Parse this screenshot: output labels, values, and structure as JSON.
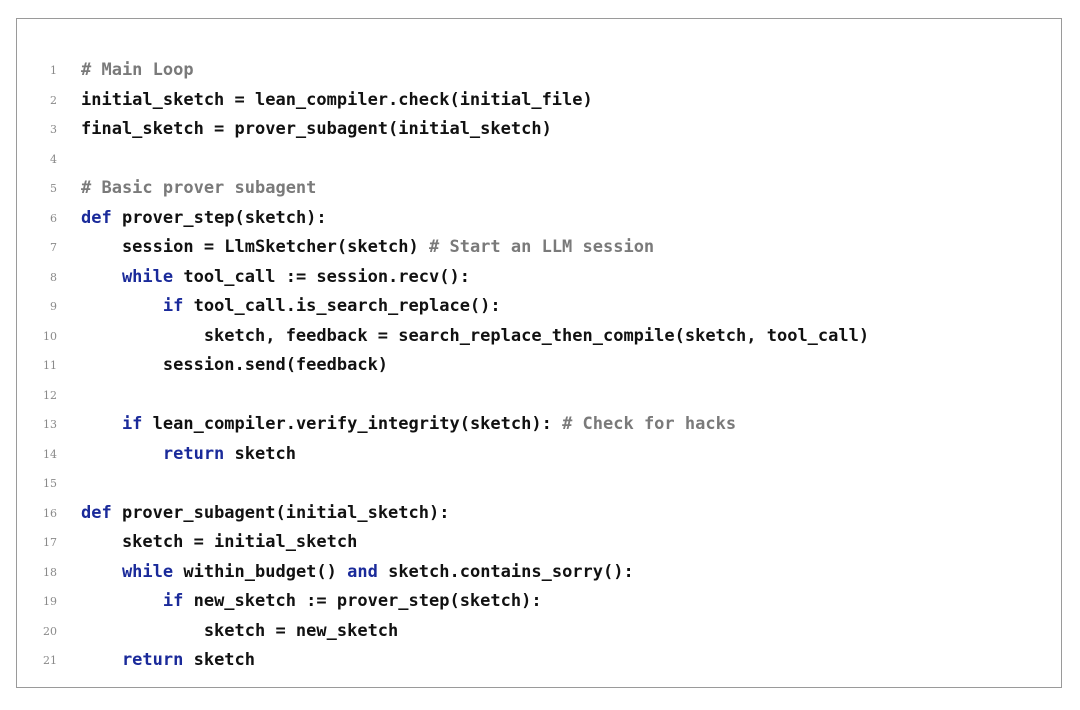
{
  "colors": {
    "keyword": "#1a2a9a",
    "comment": "#7a7a7a",
    "text": "#111111",
    "line_number": "#8a8a8a",
    "border": "#9a9a9a"
  },
  "lines": [
    {
      "n": "1",
      "tokens": [
        {
          "t": "cm",
          "v": "# Main Loop"
        }
      ]
    },
    {
      "n": "2",
      "tokens": [
        {
          "t": "tx",
          "v": "initial_sketch = lean_compiler.check(initial_file)"
        }
      ]
    },
    {
      "n": "3",
      "tokens": [
        {
          "t": "tx",
          "v": "final_sketch = prover_subagent(initial_sketch)"
        }
      ]
    },
    {
      "n": "4",
      "tokens": []
    },
    {
      "n": "5",
      "tokens": [
        {
          "t": "cm",
          "v": "# Basic prover subagent"
        }
      ]
    },
    {
      "n": "6",
      "tokens": [
        {
          "t": "kw",
          "v": "def"
        },
        {
          "t": "tx",
          "v": " prover_step(sketch):"
        }
      ]
    },
    {
      "n": "7",
      "tokens": [
        {
          "t": "tx",
          "v": "    session = LlmSketcher(sketch) "
        },
        {
          "t": "cm",
          "v": "# Start an LLM session"
        }
      ]
    },
    {
      "n": "8",
      "tokens": [
        {
          "t": "kw",
          "v": "    while"
        },
        {
          "t": "tx",
          "v": " tool_call := session.recv():"
        }
      ]
    },
    {
      "n": "9",
      "tokens": [
        {
          "t": "kw",
          "v": "        if"
        },
        {
          "t": "tx",
          "v": " tool_call.is_search_replace():"
        }
      ]
    },
    {
      "n": "10",
      "tokens": [
        {
          "t": "tx",
          "v": "            sketch, feedback = search_replace_then_compile(sketch, tool_call)"
        }
      ]
    },
    {
      "n": "11",
      "tokens": [
        {
          "t": "tx",
          "v": "        session.send(feedback)"
        }
      ]
    },
    {
      "n": "12",
      "tokens": []
    },
    {
      "n": "13",
      "tokens": [
        {
          "t": "kw",
          "v": "    if"
        },
        {
          "t": "tx",
          "v": " lean_compiler.verify_integrity(sketch): "
        },
        {
          "t": "cm",
          "v": "# Check for hacks"
        }
      ]
    },
    {
      "n": "14",
      "tokens": [
        {
          "t": "kw",
          "v": "        return"
        },
        {
          "t": "tx",
          "v": " sketch"
        }
      ]
    },
    {
      "n": "15",
      "tokens": []
    },
    {
      "n": "16",
      "tokens": [
        {
          "t": "kw",
          "v": "def"
        },
        {
          "t": "tx",
          "v": " prover_subagent(initial_sketch):"
        }
      ]
    },
    {
      "n": "17",
      "tokens": [
        {
          "t": "tx",
          "v": "    sketch = initial_sketch"
        }
      ]
    },
    {
      "n": "18",
      "tokens": [
        {
          "t": "kw",
          "v": "    while"
        },
        {
          "t": "tx",
          "v": " within_budget() "
        },
        {
          "t": "kw",
          "v": "and"
        },
        {
          "t": "tx",
          "v": " sketch.contains_sorry():"
        }
      ]
    },
    {
      "n": "19",
      "tokens": [
        {
          "t": "kw",
          "v": "        if"
        },
        {
          "t": "tx",
          "v": " new_sketch := prover_step(sketch):"
        }
      ]
    },
    {
      "n": "20",
      "tokens": [
        {
          "t": "tx",
          "v": "            sketch = new_sketch"
        }
      ]
    },
    {
      "n": "21",
      "tokens": [
        {
          "t": "kw",
          "v": "    return"
        },
        {
          "t": "tx",
          "v": " sketch"
        }
      ]
    }
  ]
}
